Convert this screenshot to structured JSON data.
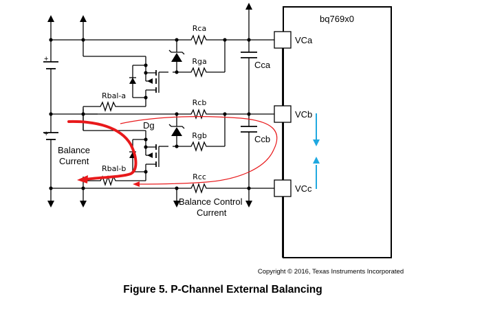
{
  "figure": {
    "title": "Figure 5. P-Channel External Balancing",
    "copyright": "Copyright © 2016, Texas Instruments Incorporated"
  },
  "ic": {
    "name": "bq769x0",
    "pins": [
      "VCa",
      "VCb",
      "VCc"
    ]
  },
  "components": {
    "resistors": {
      "rca": "Rca",
      "rga": "Rga",
      "rbal_a": "Rbal-a",
      "rcb": "Rcb",
      "rgb": "Rgb",
      "rbal_b": "Rbal-b",
      "rcc": "Rcc"
    },
    "capacitors": {
      "cca": "Cca",
      "ccb": "Ccb"
    },
    "diode_label": "Dg",
    "battery_plus": "+"
  },
  "annotations": {
    "balance_current_line1": "Balance",
    "balance_current_line2": "Current",
    "balance_control_line1": "Balance Control",
    "balance_control_line2": "Current"
  },
  "colors": {
    "balance_current_path": "#e8191b",
    "pin_voltage_arrows": "#1fa8e0"
  }
}
